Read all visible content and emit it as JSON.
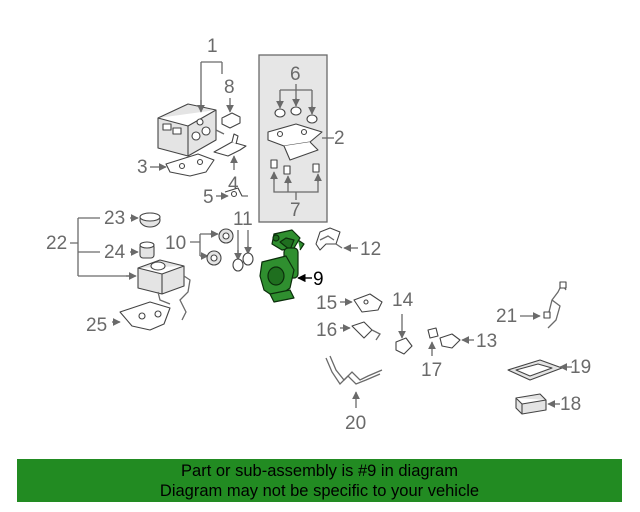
{
  "callouts": {
    "n1": "1",
    "n2": "2",
    "n3": "3",
    "n4": "4",
    "n5": "5",
    "n6": "6",
    "n7": "7",
    "n8": "8",
    "n9": "9",
    "n10": "10",
    "n11": "11",
    "n12": "12",
    "n13": "13",
    "n14": "14",
    "n15": "15",
    "n16": "16",
    "n17": "17",
    "n18": "18",
    "n19": "19",
    "n20": "20",
    "n21": "21",
    "n22": "22",
    "n23": "23",
    "n24": "24",
    "n25": "25"
  },
  "banner": {
    "line1": "Part or sub-assembly is #9 in diagram",
    "line2": "Diagram may not be specific to your vehicle"
  },
  "colors": {
    "banner_bg": "#228b22",
    "highlight_part": "#2f8f2f",
    "callout_box": "#e6e6e6"
  }
}
